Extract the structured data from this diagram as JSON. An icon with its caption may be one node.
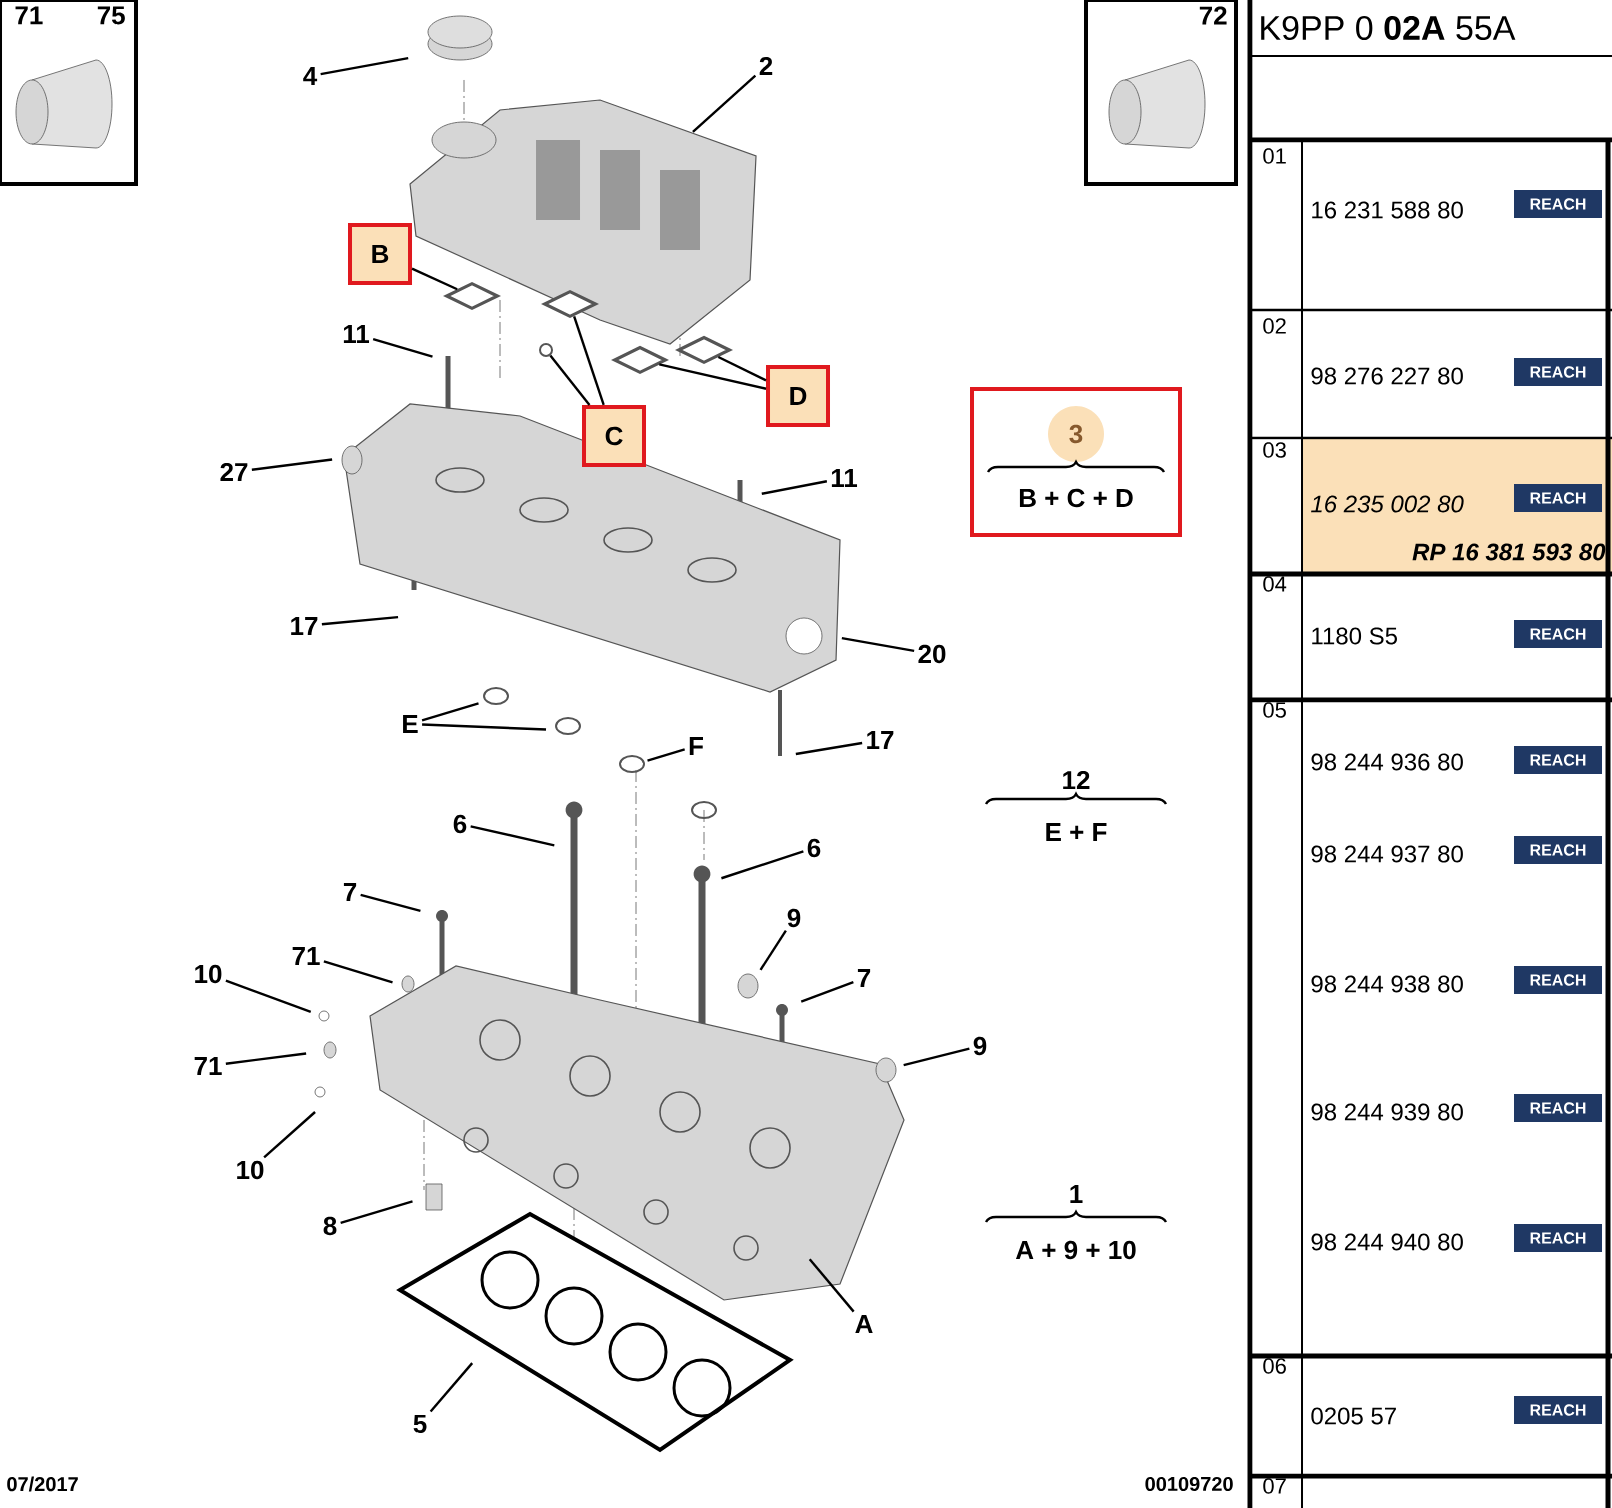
{
  "diagram": {
    "nodes": [
      {
        "text": [
          "71",
          "75"
        ]
      },
      {
        "text": [
          "72"
        ]
      },
      {
        "text": [
          "4"
        ]
      },
      {
        "text": [
          "2"
        ]
      },
      {
        "text": [
          "B"
        ]
      },
      {
        "text": [
          "11"
        ]
      },
      {
        "text": [
          "C"
        ]
      },
      {
        "text": [
          "D"
        ]
      },
      {
        "text": [
          "27"
        ]
      },
      {
        "text": [
          "3",
          "B + C + D"
        ]
      },
      {
        "text": [
          "11"
        ]
      },
      {
        "text": [
          "17"
        ]
      },
      {
        "text": [
          "20"
        ]
      },
      {
        "text": [
          "E"
        ]
      },
      {
        "text": [
          "F"
        ]
      },
      {
        "text": [
          "17"
        ]
      },
      {
        "text": [
          "6"
        ]
      },
      {
        "text": [
          "6"
        ]
      },
      {
        "text": [
          "7"
        ]
      },
      {
        "text": [
          "9"
        ]
      },
      {
        "text": [
          "71"
        ]
      },
      {
        "text": [
          "10"
        ]
      },
      {
        "text": [
          "7"
        ]
      },
      {
        "text": [
          "71"
        ]
      },
      {
        "text": [
          "9"
        ]
      },
      {
        "text": [
          "10"
        ]
      },
      {
        "text": [
          "8"
        ]
      },
      {
        "text": [
          "A"
        ]
      },
      {
        "text": [
          "5"
        ]
      },
      {
        "text": [],
        "shape": "diamond"
      },
      {
        "text": [],
        "shape": "diamond"
      },
      {
        "text": [],
        "shape": "diamond"
      },
      {
        "text": [],
        "shape": "diamond"
      },
      {
        "text": [],
        "shape": "circle"
      }
    ],
    "edges": [
      {
        "from": 2,
        "to": null,
        "arrow": "none"
      },
      {
        "from": 3,
        "to": null,
        "arrow": "none"
      },
      {
        "from": 4,
        "to": 29,
        "arrow": "none"
      },
      {
        "from": 5,
        "to": null,
        "arrow": "none"
      },
      {
        "from": 6,
        "to": 33,
        "arrow": "none"
      },
      {
        "from": 6,
        "to": 30,
        "arrow": "none"
      },
      {
        "from": 7,
        "to": 31,
        "arrow": "none"
      },
      {
        "from": 7,
        "to": 32,
        "arrow": "none"
      },
      {
        "from": 8,
        "to": null,
        "arrow": "none"
      },
      {
        "from": 10,
        "to": null,
        "arrow": "none"
      },
      {
        "from": 11,
        "to": null,
        "arrow": "none"
      },
      {
        "from": 12,
        "to": null,
        "arrow": "none"
      },
      {
        "from": 13,
        "to": null,
        "arrow": "none"
      },
      {
        "from": 13,
        "to": null,
        "arrow": "none"
      },
      {
        "from": 14,
        "to": null,
        "arrow": "none"
      },
      {
        "from": 15,
        "to": null,
        "arrow": "none"
      },
      {
        "from": 16,
        "to": null,
        "arrow": "none"
      },
      {
        "from": 17,
        "to": null,
        "arrow": "none"
      },
      {
        "from": 18,
        "to": null,
        "arrow": "none"
      },
      {
        "from": 19,
        "to": null,
        "arrow": "none"
      },
      {
        "from": 20,
        "to": null,
        "arrow": "none"
      },
      {
        "from": 21,
        "to": null,
        "arrow": "none"
      },
      {
        "from": 22,
        "to": null,
        "arrow": "none"
      },
      {
        "from": 23,
        "to": null,
        "arrow": "none"
      },
      {
        "from": 24,
        "to": null,
        "arrow": "none"
      },
      {
        "from": 25,
        "to": null,
        "arrow": "none"
      },
      {
        "from": 26,
        "to": null,
        "arrow": "none"
      },
      {
        "from": 27,
        "to": null,
        "arrow": "none"
      },
      {
        "from": 28,
        "to": null,
        "arrow": "none"
      }
    ],
    "labels": [
      "12",
      "E + F",
      "1",
      "A + 9 + 10",
      "07/2017",
      "00109720",
      "K9PP 0 **02A** 55A",
      "01",
      "16 231 588 80",
      "REACH",
      "02",
      "98 276 227 80",
      "REACH",
      "03",
      "16 235 002 80",
      "REACH",
      "RP 16 381 593 80",
      "04",
      "1180 S5",
      "REACH",
      "05",
      "98 244 936 80",
      "REACH",
      "98 244 937 80",
      "REACH",
      "98 244 938 80",
      "REACH",
      "98 244 939 80",
      "REACH",
      "98 244 940 80",
      "REACH",
      "06",
      "0205 57",
      "REACH",
      "07"
    ]
  }
}
